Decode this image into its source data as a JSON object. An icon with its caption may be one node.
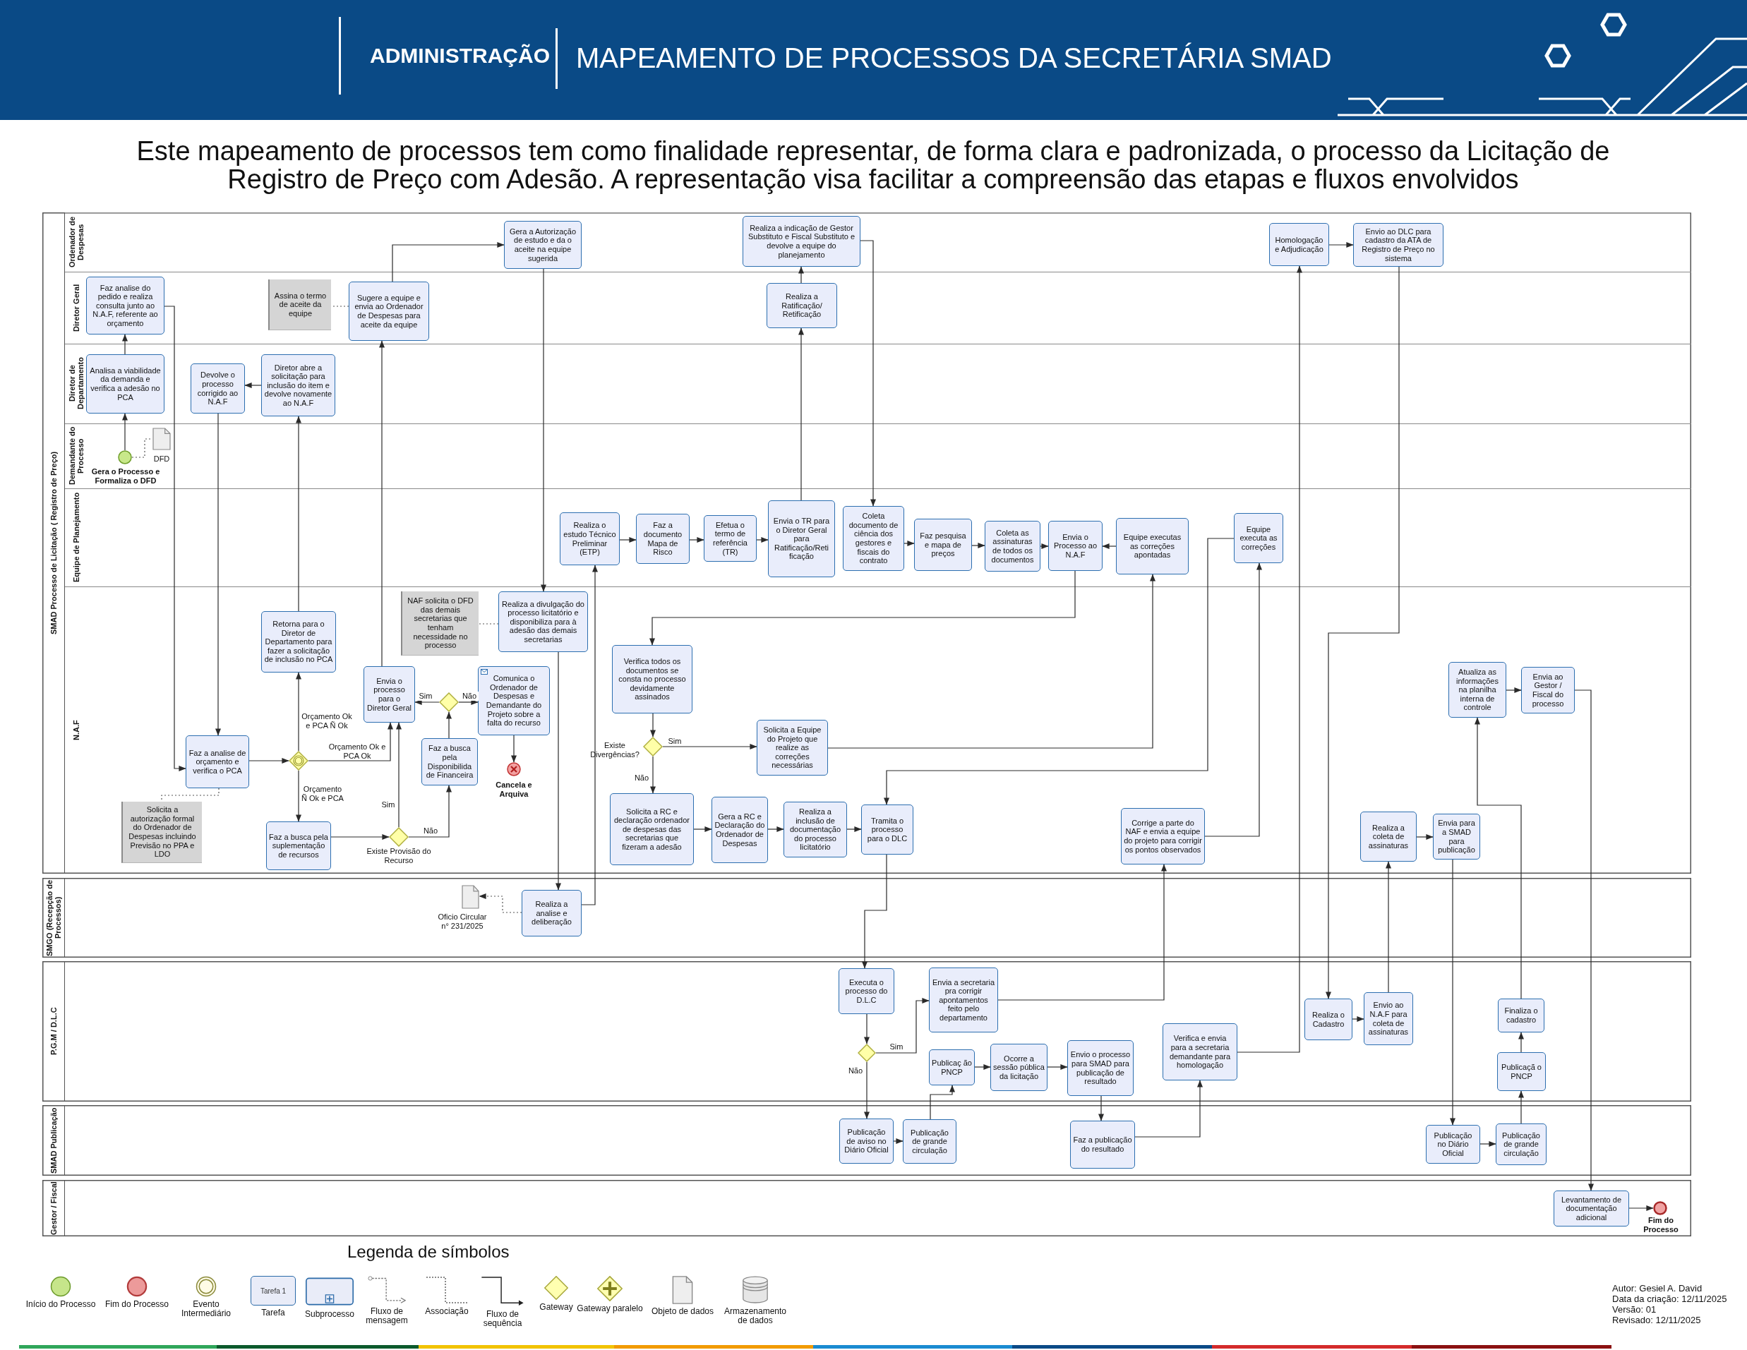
{
  "diagram": {
    "title": "MAPEAMENTO DE PROCESSOS DA SECRETÁRIA SMAD",
    "nodes": [
      {
        "text": [
          "SMAD Processo de Licitação ( Registro de Preço)"
        ]
      },
      {
        "text": [
          "Ordenador de Despesas"
        ],
        "in": 0
      },
      {
        "text": [
          "Gera a Autorização de estudo e da o aceite na equipe sugerida"
        ],
        "in": 1
      },
      {
        "text": [
          "Realiza a indicação de Gestor Substituto e Fiscal Substituto e devolve a equipe do planejamento"
        ],
        "in": 1
      },
      {
        "text": [
          "Homologação e Adjudicação"
        ],
        "in": 1
      },
      {
        "text": [
          "Envio ao DLC para cadastro da ATA de Registro de Preço no sistema"
        ],
        "in": 1
      },
      {
        "text": [
          "Diretor Geral"
        ],
        "in": 0
      },
      {
        "text": [
          "Faz analise do pedido e realiza consulta junto ao N.A.F, referente ao orçamento"
        ],
        "in": 6
      },
      {
        "text": [
          "Assina o termo de aceite da equipe"
        ],
        "in": 6
      },
      {
        "text": [
          "Sugere a equipe e envia ao Ordenador de Despesas para aceite da equipe"
        ],
        "in": 6
      },
      {
        "text": [
          "Realiza a Ratificação/ Retificação"
        ],
        "in": 6
      },
      {
        "text": [
          "Diretor de Departamento"
        ],
        "in": 0
      },
      {
        "text": [
          "Analisa a viabilidade da demanda e verifica a adesão no PCA"
        ],
        "in": 11
      },
      {
        "text": [
          "Devolve o processo corrigido ao N.A.F"
        ],
        "in": 11
      },
      {
        "text": [
          "Diretor abre a solicitação para inclusão do item e devolve novamente ao N.A.F"
        ],
        "in": 11
      },
      {
        "text": [
          "Demandante do Processo"
        ],
        "in": 0
      },
      {
        "text": [],
        "shape": "circle",
        "beside": [
          "Gera o Processo e Formaliza o DFD"
        ],
        "in": 15
      },
      {
        "text": [],
        "shape": "document",
        "beside": [
          "DFD"
        ],
        "in": 15
      },
      {
        "text": [
          "Equipe de Planejamento"
        ],
        "in": 0
      },
      {
        "text": [
          "Realiza o estudo Técnico Preliminar (ETP)"
        ],
        "in": 18
      },
      {
        "text": [
          "Faz a documento Mapa de Risco"
        ],
        "in": 18
      },
      {
        "text": [
          "Efetua o termo de referência (TR)"
        ],
        "in": 18
      },
      {
        "text": [
          "Envia o TR para o Diretor Geral para Ratificação/Reti ficação"
        ],
        "in": 18
      },
      {
        "text": [
          "Coleta documento de ciência dos gestores e fiscais do contrato"
        ],
        "in": 18
      },
      {
        "text": [
          "Faz pesquisa e mapa de preços"
        ],
        "in": 18
      },
      {
        "text": [
          "Coleta as assinaturas de todos os documentos"
        ],
        "in": 18
      },
      {
        "text": [
          "Envia o Processo ao N.A.F"
        ],
        "in": 18
      },
      {
        "text": [
          "Equipe executas as correções apontadas"
        ],
        "in": 18
      },
      {
        "text": [
          "Equipe executa as correções"
        ],
        "in": 18
      },
      {
        "text": [
          "N.A.F"
        ],
        "in": 0
      },
      {
        "text": [
          "Faz a analise de orçamento e verifica o PCA"
        ],
        "in": 29
      },
      {
        "text": [
          "Solicita a autorização formal do Ordenador de Despesas incluindo Previsão no PPA e LDO"
        ],
        "in": 29
      },
      {
        "text": [],
        "shape": "diamond",
        "in": 29
      },
      {
        "text": [
          "Retorna para o Diretor de Departamento para fazer a solicitação de inclusão no PCA"
        ],
        "in": 29
      },
      {
        "text": [
          "Faz a busca pela suplementação de recursos"
        ],
        "in": 29
      },
      {
        "text": [],
        "shape": "diamond",
        "beside": [
          "Existe Provisão do Recurso"
        ],
        "in": 29
      },
      {
        "text": [
          "Envia o processo para o Diretor Geral"
        ],
        "in": 29
      },
      {
        "text": [
          "NAF solicita o DFD das demais secretarias que tenham necessidade no processo"
        ],
        "in": 29
      },
      {
        "text": [
          "Realiza a divulgação do processo licitatório e disponibiliza para à adesão das demais secretarias"
        ],
        "in": 29
      },
      {
        "text": [],
        "shape": "diamond",
        "in": 29
      },
      {
        "text": [
          "Faz a busca pela Disponibilida de Financeira"
        ],
        "in": 29
      },
      {
        "text": [
          "Comunica o Ordenador de Despesas e Demandante do Projeto sobre a falta do recurso"
        ],
        "in": 29
      },
      {
        "text": [],
        "shape": "circle",
        "beside": [
          "Cancela e Arquiva"
        ],
        "in": 29
      },
      {
        "text": [
          "Verifica todos os documentos se consta no processo devidamente assinados"
        ],
        "in": 29
      },
      {
        "text": [],
        "shape": "diamond",
        "beside": [
          "Existe Divergências?"
        ],
        "in": 29
      },
      {
        "text": [
          "Solicita a Equipe do Projeto que realize as correções necessárias"
        ],
        "in": 29
      },
      {
        "text": [
          "Solicita a RC e declaração ordenador de despesas das secretarias que fizeram a adesão"
        ],
        "in": 29
      },
      {
        "text": [
          "Gera a RC e Declaração do Ordenador de Despesas"
        ],
        "in": 29
      },
      {
        "text": [
          "Realiza a inclusão de documentação do processo licitatório"
        ],
        "in": 29
      },
      {
        "text": [
          "Tramita o processo para o DLC"
        ],
        "in": 29
      },
      {
        "text": [
          "Corrige a parte do NAF e envia a equipe do projeto para corrigir os pontos observados"
        ],
        "in": 29
      },
      {
        "text": [
          "Atualiza as informações na planilha interna de controle"
        ],
        "in": 29
      },
      {
        "text": [
          "Envia ao Gestor / Fiscal do processo"
        ],
        "in": 29
      },
      {
        "text": [
          "Realiza a coleta de assinaturas"
        ],
        "in": 29
      },
      {
        "text": [
          "Envia para a SMAD para publicação"
        ],
        "in": 29
      },
      {
        "text": [
          "SMGO (Recepção de Processos)"
        ]
      },
      {
        "text": [],
        "shape": "document",
        "beside": [
          "Oficio Circular n° 231/2025"
        ],
        "in": 55
      },
      {
        "text": [
          "Realiza a analise e deliberação"
        ],
        "in": 55
      },
      {
        "text": [
          "P.G.M / D.L.C"
        ]
      },
      {
        "text": [
          "Executa o processo do D.L.C"
        ],
        "in": 58
      },
      {
        "text": [],
        "shape": "diamond",
        "in": 58
      },
      {
        "text": [
          "Envia a secretaria pra corrigir apontamentos feito pelo departamento"
        ],
        "in": 58
      },
      {
        "text": [
          "Publicaç ão PNCP"
        ],
        "in": 58
      },
      {
        "text": [
          "Ocorre a sessão pública da licitação"
        ],
        "in": 58
      },
      {
        "text": [
          "Envio o processo para SMAD para publicação de resultado"
        ],
        "in": 58
      },
      {
        "text": [
          "Verifica e envia para a secretaria demandante para homologação"
        ],
        "in": 58
      },
      {
        "text": [
          "Realiza o Cadastro"
        ],
        "in": 58
      },
      {
        "text": [
          "Envio ao N.A.F para coleta de assinaturas"
        ],
        "in": 58
      },
      {
        "text": [
          "Finaliza o cadastro"
        ],
        "in": 58
      },
      {
        "text": [
          "Publicaçã o PNCP"
        ],
        "in": 58
      },
      {
        "text": [
          "SMAD Publicação"
        ]
      },
      {
        "text": [
          "Publicação de aviso no Diário Oficial"
        ],
        "in": 70
      },
      {
        "text": [
          "Publicação de grande circulação"
        ],
        "in": 70
      },
      {
        "text": [
          "Faz a publicação do resultado"
        ],
        "in": 70
      },
      {
        "text": [
          "Publicação no Diário Oficial"
        ],
        "in": 70
      },
      {
        "text": [
          "Publicação de grande circulação"
        ],
        "in": 70
      },
      {
        "text": [
          "Gestor / Fiscal"
        ]
      },
      {
        "text": [
          "Levantamento de documentação adicional"
        ],
        "in": 76
      },
      {
        "text": [],
        "shape": "circle",
        "beside": [
          "Fim do Processo"
        ],
        "in": 76
      }
    ],
    "edges": [
      {
        "from": 16,
        "to": 12,
        "arrow": "to"
      },
      {
        "from": 16,
        "to": 17,
        "arrow": "none",
        "style": "dashed"
      },
      {
        "from": 12,
        "to": 7,
        "arrow": "to"
      },
      {
        "from": 7,
        "to": 30,
        "arrow": "to"
      },
      {
        "from": 30,
        "to": 31,
        "arrow": "none",
        "style": "dashed"
      },
      {
        "from": 30,
        "to": 32,
        "arrow": "to"
      },
      {
        "from": 32,
        "to": 33,
        "arrow": "to",
        "label": "Orçamento Ok e PCA Ñ Ok"
      },
      {
        "from": 32,
        "to": 36,
        "arrow": "to",
        "label": "Orçamento Ok e PCA Ok"
      },
      {
        "from": 32,
        "to": 34,
        "arrow": "to",
        "label": "Orçamento Ñ Ok e PCA"
      },
      {
        "from": 33,
        "to": 14,
        "arrow": "to"
      },
      {
        "from": 14,
        "to": 13,
        "arrow": "to"
      },
      {
        "from": 13,
        "to": 30,
        "arrow": "to"
      },
      {
        "from": 34,
        "to": 35,
        "arrow": "to"
      },
      {
        "from": 35,
        "to": 36,
        "arrow": "to",
        "label": "Sim"
      },
      {
        "from": 35,
        "to": 40,
        "arrow": "to",
        "label": "Não"
      },
      {
        "from": 40,
        "to": 39,
        "arrow": "to"
      },
      {
        "from": 39,
        "to": 36,
        "arrow": "to",
        "label": "Sim"
      },
      {
        "from": 39,
        "to": 41,
        "arrow": "to",
        "label": "Não"
      },
      {
        "from": 41,
        "to": 42,
        "arrow": "to"
      },
      {
        "from": 36,
        "to": 9,
        "arrow": "to"
      },
      {
        "from": 9,
        "to": 8,
        "arrow": "none",
        "style": "dashed"
      },
      {
        "from": 9,
        "to": 2,
        "arrow": "to"
      },
      {
        "from": 2,
        "to": 38,
        "arrow": "to"
      },
      {
        "from": 38,
        "to": 37,
        "arrow": "none",
        "style": "dashed"
      },
      {
        "from": 38,
        "to": 57,
        "arrow": "to"
      },
      {
        "from": 57,
        "to": 56,
        "arrow": "to",
        "style": "dashed"
      },
      {
        "from": 57,
        "to": 19,
        "arrow": "to"
      },
      {
        "from": 19,
        "to": 20,
        "arrow": "to"
      },
      {
        "from": 20,
        "to": 21,
        "arrow": "to"
      },
      {
        "from": 21,
        "to": 22,
        "arrow": "to"
      },
      {
        "from": 22,
        "to": 10,
        "arrow": "to"
      },
      {
        "from": 10,
        "to": 3,
        "arrow": "to"
      },
      {
        "from": 3,
        "to": 23,
        "arrow": "to"
      },
      {
        "from": 23,
        "to": 24,
        "arrow": "to"
      },
      {
        "from": 24,
        "to": 25,
        "arrow": "to"
      },
      {
        "from": 25,
        "to": 26,
        "arrow": "to"
      },
      {
        "from": 27,
        "to": 26,
        "arrow": "to"
      },
      {
        "from": 26,
        "to": 43,
        "arrow": "to"
      },
      {
        "from": 43,
        "to": 44,
        "arrow": "to"
      },
      {
        "from": 44,
        "to": 45,
        "arrow": "to",
        "label": "Sim"
      },
      {
        "from": 44,
        "to": 46,
        "arrow": "to",
        "label": "Não"
      },
      {
        "from": 45,
        "to": 27,
        "arrow": "to"
      },
      {
        "from": 46,
        "to": 47,
        "arrow": "to"
      },
      {
        "from": 47,
        "to": 48,
        "arrow": "to"
      },
      {
        "from": 48,
        "to": 49,
        "arrow": "to"
      },
      {
        "from": 28,
        "to": 49,
        "arrow": "to"
      },
      {
        "from": 49,
        "to": 59,
        "arrow": "to"
      },
      {
        "from": 59,
        "to": 60,
        "arrow": "to"
      },
      {
        "from": 60,
        "to": 61,
        "arrow": "to",
        "label": "Sim"
      },
      {
        "from": 60,
        "to": 71,
        "arrow": "to",
        "label": "Não"
      },
      {
        "from": 61,
        "to": 50,
        "arrow": "to"
      },
      {
        "from": 50,
        "to": 28,
        "arrow": "to"
      },
      {
        "from": 71,
        "to": 72,
        "arrow": "to"
      },
      {
        "from": 72,
        "to": 62,
        "arrow": "to"
      },
      {
        "from": 62,
        "to": 63,
        "arrow": "to"
      },
      {
        "from": 63,
        "to": 64,
        "arrow": "to"
      },
      {
        "from": 64,
        "to": 73,
        "arrow": "to"
      },
      {
        "from": 73,
        "to": 65,
        "arrow": "to"
      },
      {
        "from": 65,
        "to": 4,
        "arrow": "to"
      },
      {
        "from": 4,
        "to": 5,
        "arrow": "to"
      },
      {
        "from": 5,
        "to": 66,
        "arrow": "to"
      },
      {
        "from": 66,
        "to": 67,
        "arrow": "to"
      },
      {
        "from": 67,
        "to": 53,
        "arrow": "to"
      },
      {
        "from": 53,
        "to": 54,
        "arrow": "to"
      },
      {
        "from": 54,
        "to": 74,
        "arrow": "to"
      },
      {
        "from": 74,
        "to": 75,
        "arrow": "to"
      },
      {
        "from": 75,
        "to": 69,
        "arrow": "to"
      },
      {
        "from": 69,
        "to": 68,
        "arrow": "to"
      },
      {
        "from": 68,
        "to": 51,
        "arrow": "to"
      },
      {
        "from": 51,
        "to": 52,
        "arrow": "to"
      },
      {
        "from": 52,
        "to": 77,
        "arrow": "to"
      },
      {
        "from": 77,
        "to": 78,
        "arrow": "to"
      }
    ],
    "labels": [
      "ADMINISTRAÇÃO",
      "Este mapeamento de processos tem como finalidade representar, de forma clara e padronizada, o processo da Licitação de Registro de Preço com Adesão. A representação visa facilitar a compreensão das etapas e fluxos envolvidos",
      "Legenda de símbolos",
      "Tarefa 1",
      "Autor: Gesiel A. David",
      "Data da criação: 12/11/2025",
      "Versão: 01",
      "Revisado: 12/11/2025"
    ],
    "legend": [
      {
        "text": "Início do Processo"
      },
      {
        "text": "Fim do Processo"
      },
      {
        "text": "Evento Intermediário"
      },
      {
        "text": "Tarefa"
      },
      {
        "text": "Subprocesso"
      },
      {
        "text": "Fluxo de mensagem"
      },
      {
        "text": "Associação"
      },
      {
        "text": "Fluxo de sequência"
      },
      {
        "text": "Gateway"
      },
      {
        "text": "Gateway paralelo"
      },
      {
        "text": "Objeto de dados"
      },
      {
        "text": "Armazenamento de dados"
      }
    ]
  }
}
